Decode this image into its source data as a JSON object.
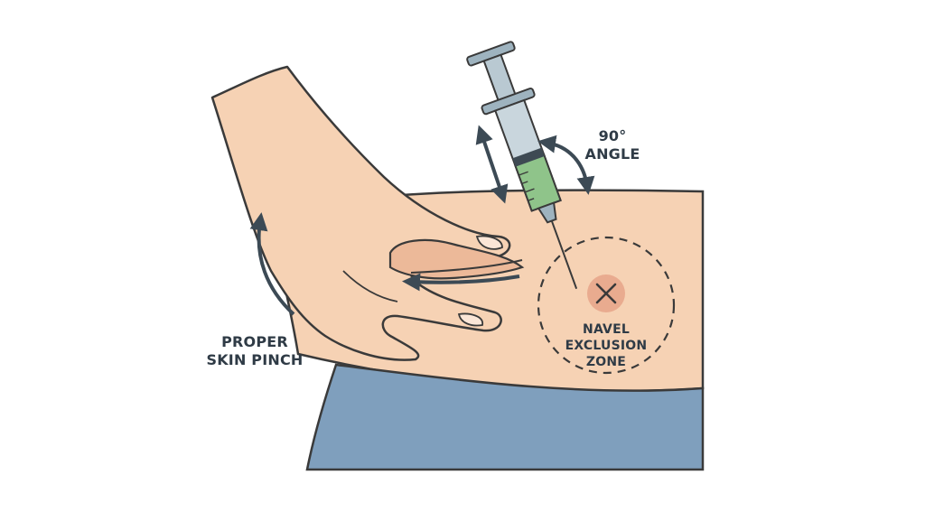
{
  "labels": {
    "angle_line1": "90°",
    "angle_line2": "ANGLE",
    "pinch_line1": "PROPER",
    "pinch_line2": "SKIN PINCH",
    "navel_line1": "NAVEL",
    "navel_line2": "EXCLUSION",
    "navel_line3": "ZONE"
  },
  "colors": {
    "skin": "#f6d2b4",
    "skin_shadow": "#ecb999",
    "outline": "#3a3a3a",
    "pants": "#7f9fbd",
    "arrow": "#3c4a55",
    "syringe_barrel": "#9eb3bf",
    "medication": "#8fc48a",
    "navel_spot": "#e9ab8f"
  },
  "icons": {
    "navel": "x-mark-icon",
    "depth_arrow": "double-arrow-icon",
    "angle_arrow": "curved-double-arrow-icon",
    "pinch_arrow": "curved-arrow-icon"
  }
}
